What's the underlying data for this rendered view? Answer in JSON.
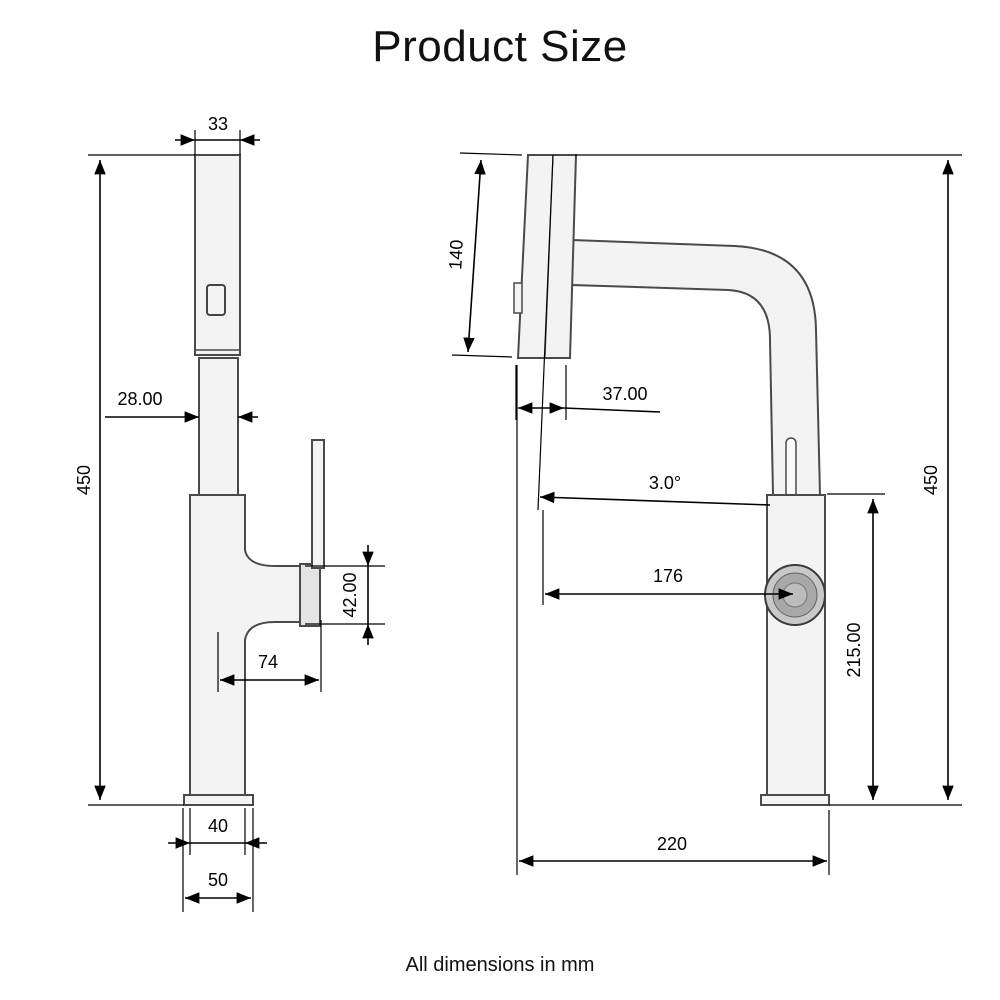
{
  "title": "Product Size",
  "footer": "All dimensions in mm",
  "left_view": {
    "top_width": "33",
    "total_height": "450",
    "hose_diameter": "28.00",
    "handle_diameter": "42.00",
    "handle_reach": "74",
    "base_width_inner": "40",
    "base_width_outer": "50"
  },
  "right_view": {
    "head_length": "140",
    "head_width": "37.00",
    "head_angle": "3.0°",
    "spout_reach": "176",
    "body_height": "215.00",
    "total_height": "450",
    "total_depth": "220"
  }
}
